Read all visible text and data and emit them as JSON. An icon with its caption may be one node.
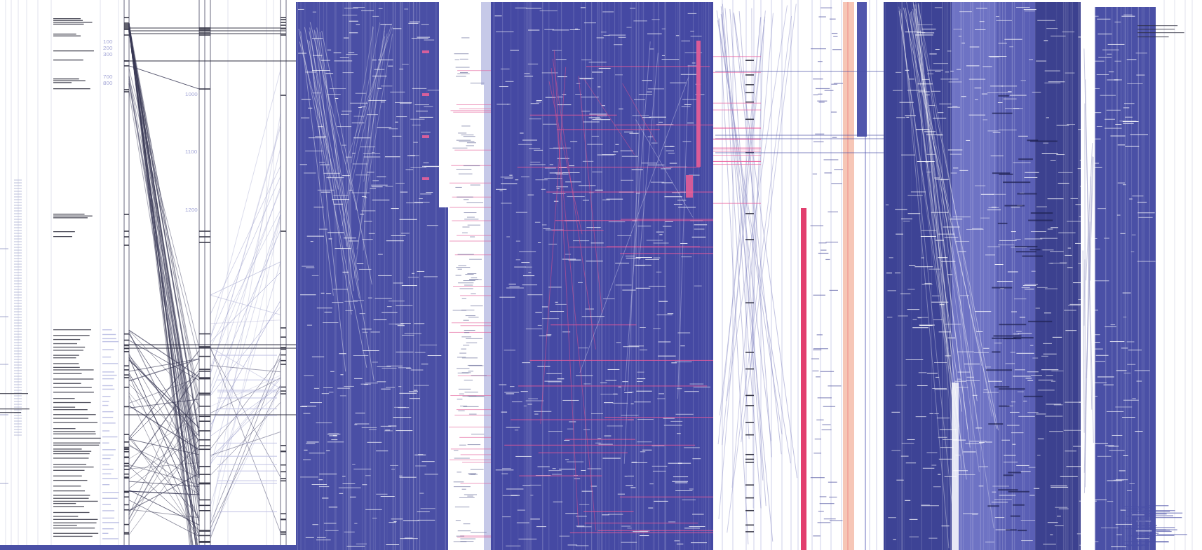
{
  "diagram": {
    "labels": [
      "100",
      "200",
      "300",
      "700",
      "800",
      "1000",
      "1100",
      "1200"
    ]
  }
}
